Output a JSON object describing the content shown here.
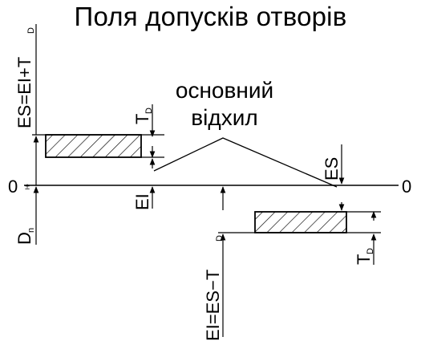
{
  "title": "Поля допусків отворів",
  "annotation": {
    "line1": "основний",
    "line2": "відхил"
  },
  "labels": {
    "zero_left": "0",
    "zero_right": "0",
    "plus_minus": "±",
    "es_formula": "ES=EI+T",
    "es_formula_sub": "D",
    "td_upper": "T",
    "td_upper_sub": "D",
    "ei": "EI",
    "es": "ES",
    "ei_formula": "EI=ES−T",
    "ei_formula_sub": "D",
    "td_lower": "T",
    "td_lower_sub": "D",
    "dn": "D",
    "dn_sub": "n"
  },
  "colors": {
    "line": "#000000",
    "background": "#ffffff"
  }
}
